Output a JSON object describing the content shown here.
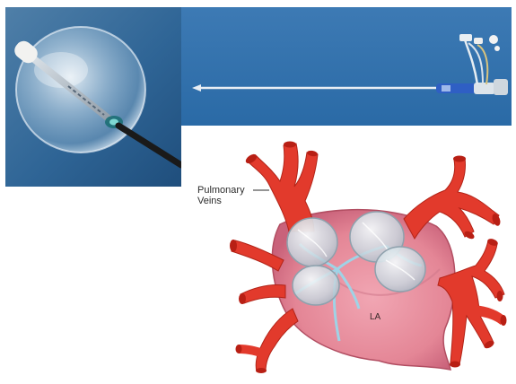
{
  "illustration": {
    "labels": {
      "pulmonary_line1": "Pulmonary",
      "pulmonary_line2": "Veins",
      "la": "LA"
    }
  }
}
